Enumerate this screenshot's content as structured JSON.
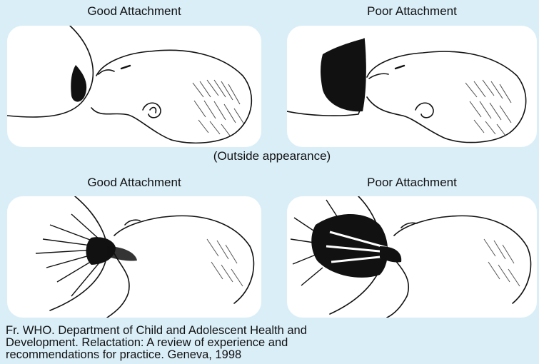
{
  "top_row": {
    "left_label": "Good Attachment",
    "right_label": "Poor Attachment"
  },
  "middle_caption": "(Outside appearance)",
  "bottom_row": {
    "left_label": "Good Attachment",
    "right_label": "Poor Attachment"
  },
  "citation": {
    "line1": "Fr. WHO. Department of Child and  Adolescent Health and",
    "line2": "Development. Relactation: A review of experience and",
    "line3": "recommendations for practice. Geneva, 1998"
  },
  "colors": {
    "background": "#daeef8",
    "panel": "#ffffff",
    "ink": "#111111"
  }
}
